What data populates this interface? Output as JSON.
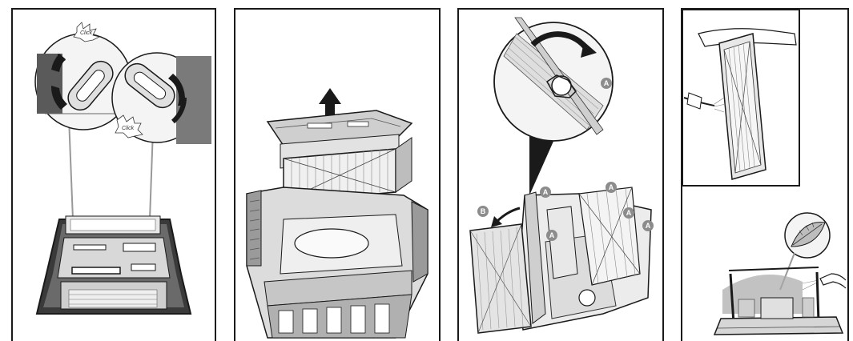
{
  "panel1": {
    "click_top": "Click",
    "click_bottom": "Click"
  },
  "panel3": {
    "badges": [
      "A",
      "A",
      "A",
      "A",
      "A",
      "A"
    ],
    "badge_b": "B"
  },
  "colors": {
    "line": "#1a1a1a",
    "dark_gray": "#4a4a4a",
    "mid_gray": "#8a8a8a",
    "light_gray": "#d4d4d4",
    "pale": "#ececec",
    "badge": "#8c8c8c"
  }
}
